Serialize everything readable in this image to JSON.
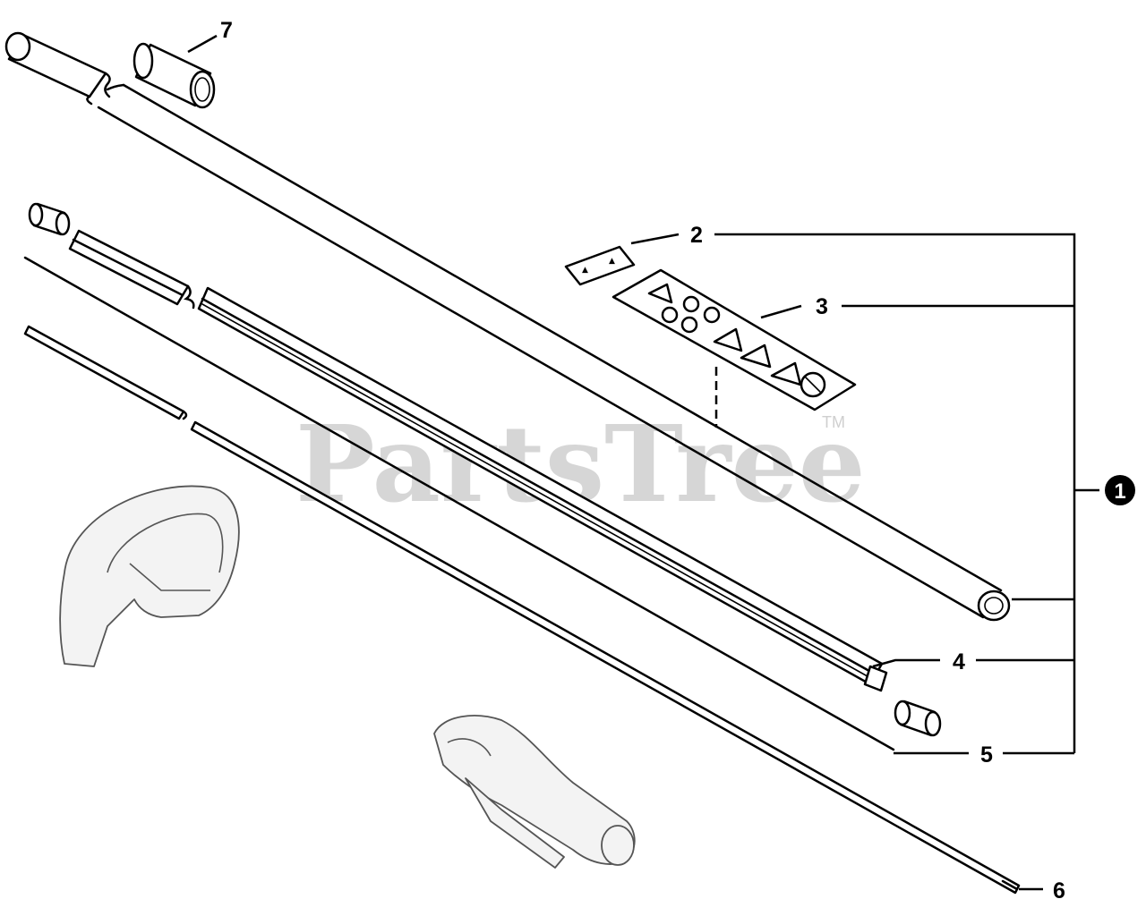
{
  "watermark": {
    "text": "PartsTree",
    "trademark": "TM"
  },
  "callouts": [
    {
      "id": "main",
      "label": "1"
    },
    {
      "id": "decal-arrow",
      "label": "2"
    },
    {
      "id": "decal-warning",
      "label": "3"
    },
    {
      "id": "liner",
      "label": "4"
    },
    {
      "id": "bushing",
      "label": "5"
    },
    {
      "id": "driveshaft",
      "label": "6"
    },
    {
      "id": "sleeve",
      "label": "7"
    }
  ],
  "decal_arrow_glyphs": [
    "▲",
    "▲"
  ]
}
